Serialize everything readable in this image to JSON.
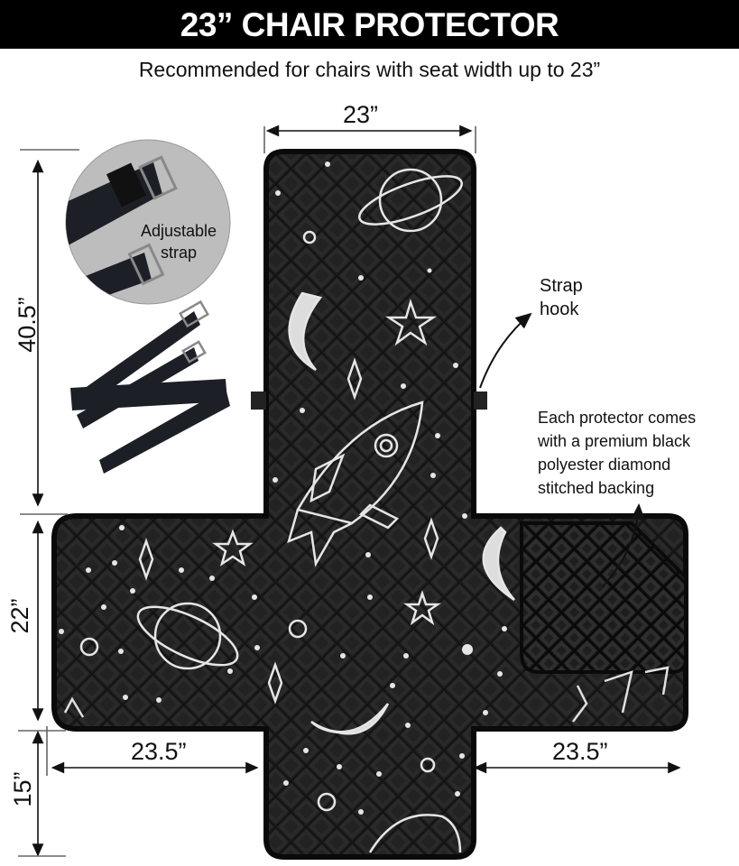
{
  "header": {
    "title": "23” CHAIR PROTECTOR",
    "subtitle": "Recommended for chairs with seat width up to 23”"
  },
  "dimensions": {
    "top_width": "23”",
    "total_height": "40.5”",
    "seat_depth": "22”",
    "front_flap": "15”",
    "left_arm": "23.5”",
    "right_arm": "23.5”"
  },
  "callouts": {
    "strap_inset_label_line1": "Adjustable",
    "strap_inset_label_line2": "strap",
    "strap_hook_line1": "Strap",
    "strap_hook_line2": "hook",
    "backing_line1": "Each protector comes",
    "backing_line2": "with a premium black",
    "backing_line3": "polyester diamond",
    "backing_line4": "stitched backing"
  },
  "icons": {
    "pattern_motifs": [
      "planet-icon",
      "moon-icon",
      "star-icon",
      "rocket-icon",
      "sparkle-icon",
      "dot-icon",
      "ring-icon"
    ],
    "strap": "strap-icon",
    "arrows": "curved-arrow-icon"
  },
  "colors": {
    "banner_bg": "#000000",
    "banner_text": "#ffffff",
    "fabric": "#1a1a1a",
    "fabric_edge": "#0a0a0a",
    "doodle": "#e8e8e8",
    "inset_circle": "#b8b8b8",
    "strap": "#1c1f26"
  }
}
